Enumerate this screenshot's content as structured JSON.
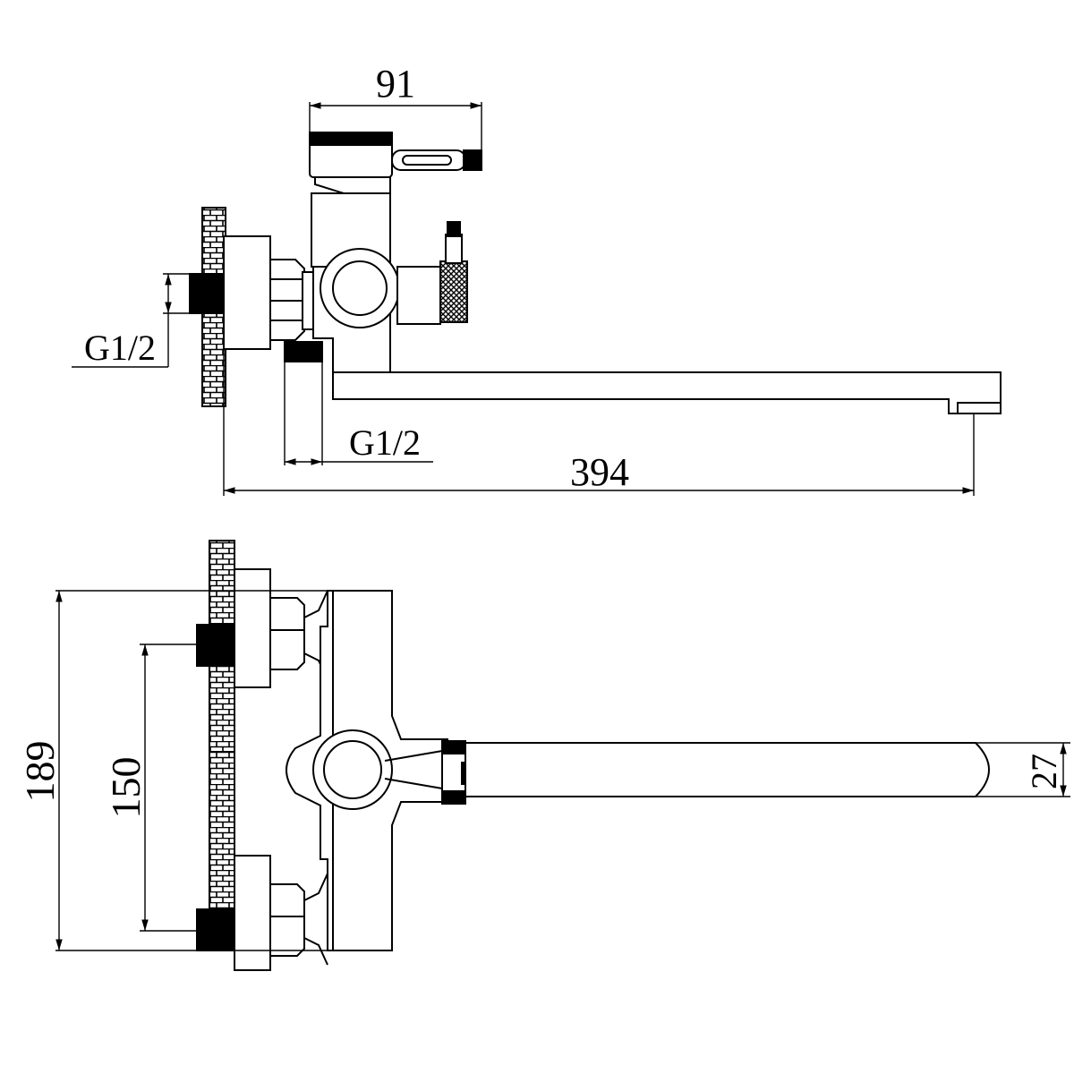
{
  "dimensions": {
    "handle_reach": "91",
    "wall_inlet_thread": "G1/2",
    "diverter_outlet_thread": "G1/2",
    "overall_length": "394",
    "body_height": "189",
    "inlet_spacing": "150",
    "spout_width": "27"
  },
  "colors": {
    "line": "#000000",
    "fill": "#ffffff",
    "dark": "#000000"
  }
}
